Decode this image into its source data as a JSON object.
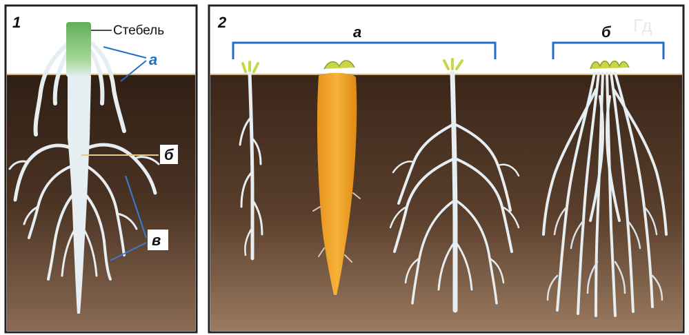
{
  "panel1": {
    "number": "1",
    "stem_label": "Стебель",
    "label_a": "а",
    "label_b": "б",
    "label_v": "в"
  },
  "panel2": {
    "number": "2",
    "label_a": "а",
    "label_b": "б",
    "corner_text": "Гд"
  },
  "colors": {
    "sky": "#ffffff",
    "soil_dark": "#3e2a1d",
    "soil_light": "#8a6a52",
    "root": "#e6eef2",
    "stem_green": "#7fc06e",
    "carrot": "#f2a623",
    "leaf": "#c9d64a",
    "bracket": "#1f6fc9",
    "frame": "#222222"
  }
}
